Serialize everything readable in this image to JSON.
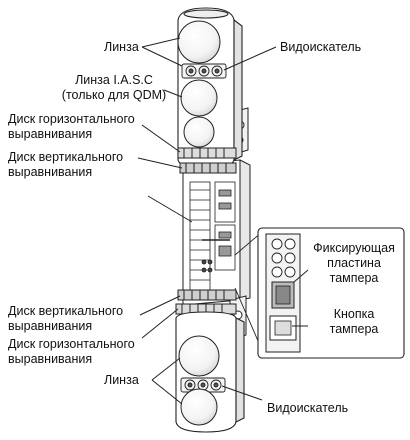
{
  "labels": {
    "lens_top": "Линза",
    "lens_iasc": "Линза I.A.S.C\n(только для QDM)",
    "h_disc_top": "Диск горизонтального\nвыравнивания",
    "v_disc_top": "Диск вертикального\nвыравнивания",
    "v_disc_bottom": "Диск вертикального\nвыравнивания",
    "h_disc_bottom": "Диск горизонтального\nвыравнивания",
    "lens_bottom": "Линза",
    "viewfinder_top": "Видоискатель",
    "viewfinder_bottom": "Видоискатель",
    "tamper_plate": "Фиксирующая\nпластина\nтампера",
    "tamper_button": "Кнопка\nтампера"
  }
}
